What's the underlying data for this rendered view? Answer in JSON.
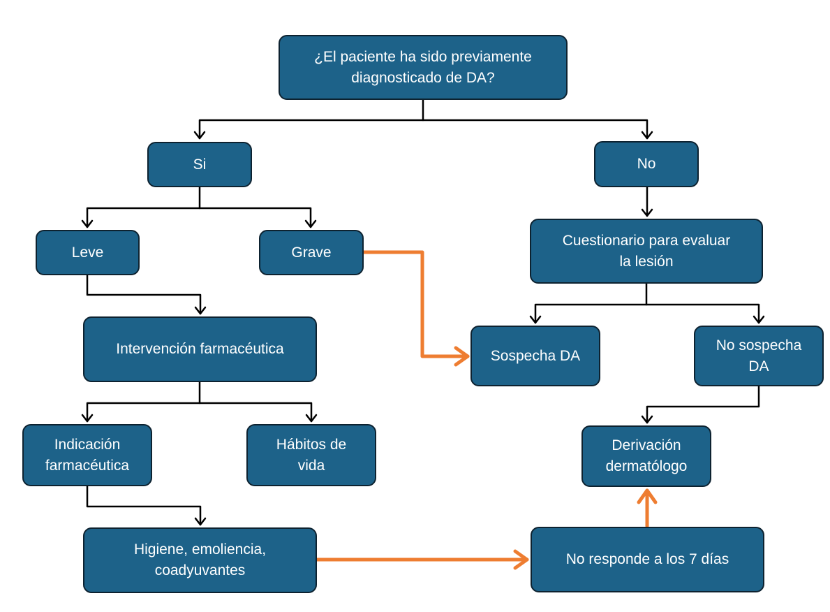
{
  "nodes": {
    "question": "¿El paciente ha sido previamente\ndiagnosticado de DA?",
    "si": "Si",
    "no": "No",
    "leve": "Leve",
    "grave": "Grave",
    "cuestionario": "Cuestionario para evaluar\nla lesión",
    "intervencion": "Intervención farmacéutica",
    "sospecha": "Sospecha DA",
    "no_sospecha": "No sospecha\nDA",
    "indicacion": "Indicación\nfarmacéutica",
    "habitos": "Hábitos de\nvida",
    "derivacion": "Derivación\ndermatólogo",
    "higiene": "Higiene, emoliencia,\ncoadyuvantes",
    "no_responde": "No responde a los 7 días"
  },
  "colors": {
    "box_fill": "#1d6289",
    "box_border": "#0d2230",
    "connector": "#000000",
    "highlight_arrow": "#ee7d31",
    "text": "#ffffff"
  }
}
